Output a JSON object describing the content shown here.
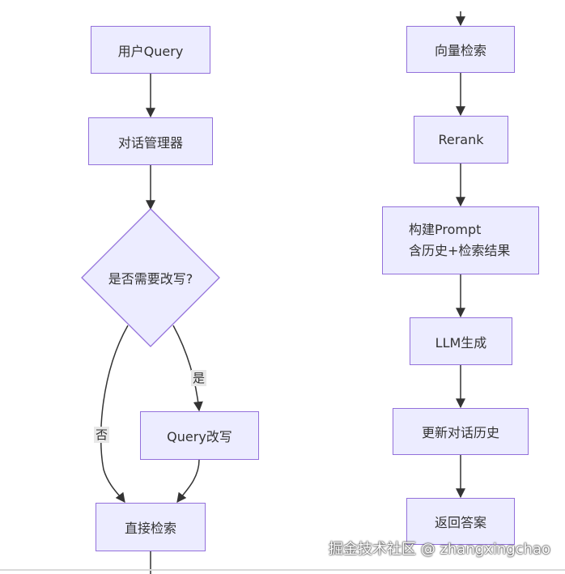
{
  "nodes": {
    "user_query": "用户Query",
    "dialog_manager": "对话管理器",
    "need_rewrite": "是否需要改写?",
    "query_rewrite": "Query改写",
    "direct_search": "直接检索",
    "vector_search": "向量检索",
    "rerank": "Rerank",
    "build_prompt_line1": "构建Prompt",
    "build_prompt_line2": "含历史+检索结果",
    "llm_generate": "LLM生成",
    "update_history": "更新对话历史",
    "return_answer": "返回答案"
  },
  "edges": {
    "yes_label": "是",
    "no_label": "否"
  },
  "watermark": "掘金技术社区 @ zhangxingchao",
  "colors": {
    "node_fill": "#ECECFF",
    "node_border": "#9370DB",
    "edge": "#333333"
  }
}
